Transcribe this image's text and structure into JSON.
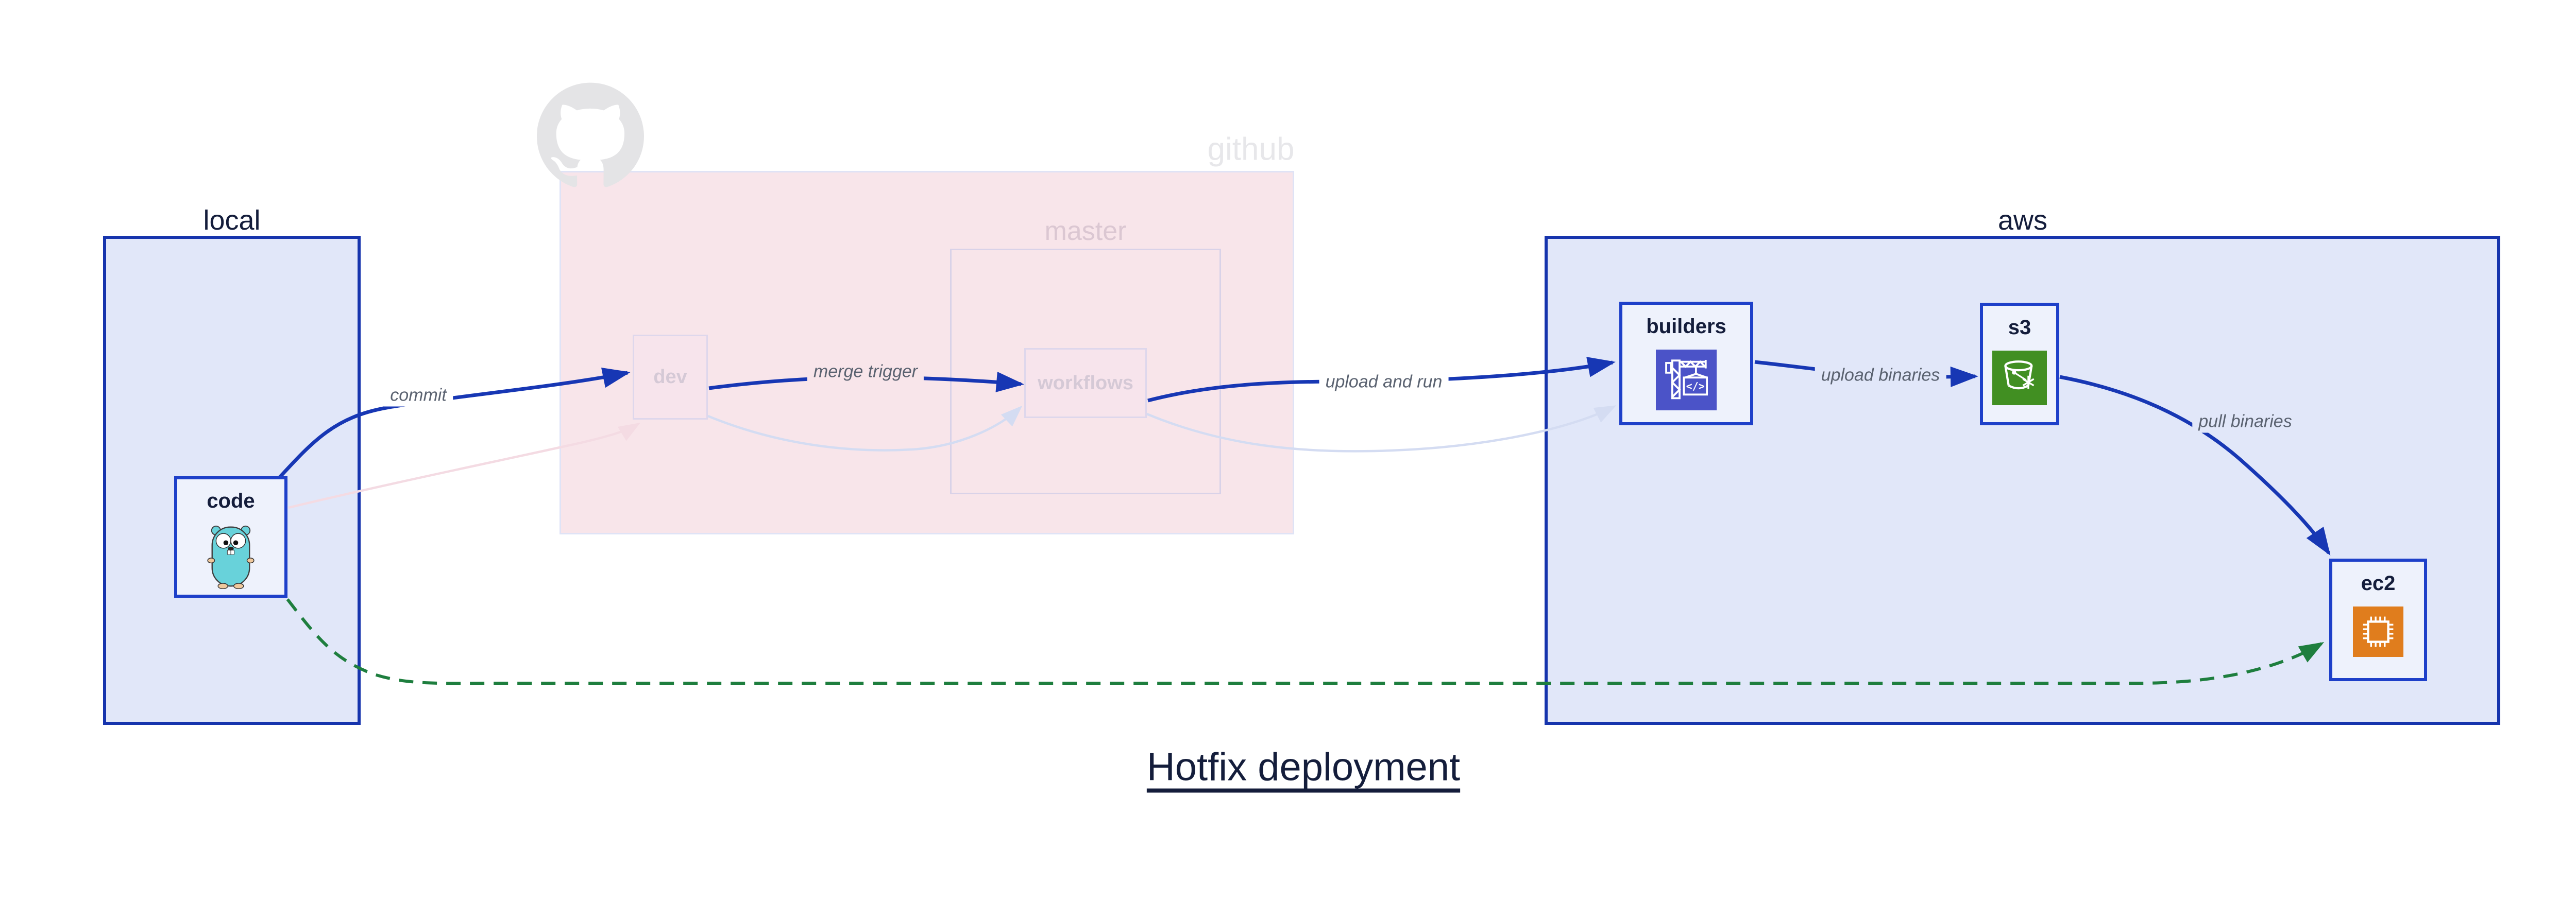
{
  "title": "Hotfix deployment",
  "regions": {
    "local": {
      "label": "local"
    },
    "github": {
      "label": "github"
    },
    "master": {
      "label": "master"
    },
    "aws": {
      "label": "aws"
    }
  },
  "nodes": {
    "code": {
      "label": "code",
      "icon": "go-gopher-icon"
    },
    "dev": {
      "label": "dev"
    },
    "workflows": {
      "label": "workflows"
    },
    "builders": {
      "label": "builders",
      "icon": "codebuild-crane-icon",
      "icon_color": "#4b53c8"
    },
    "s3": {
      "label": "s3",
      "icon": "s3-bucket-icon",
      "icon_color": "#418f22"
    },
    "ec2": {
      "label": "ec2",
      "icon": "ec2-chip-icon",
      "icon_color": "#e07d1d"
    }
  },
  "edges": {
    "commit": {
      "label": "commit",
      "style": "solid-blue",
      "from": "code",
      "to": "dev"
    },
    "merge_trigger": {
      "label": "merge trigger",
      "style": "solid-blue",
      "from": "dev",
      "to": "workflows"
    },
    "upload_and_run": {
      "label": "upload and run",
      "style": "solid-blue",
      "from": "workflows",
      "to": "builders"
    },
    "upload_binaries": {
      "label": "upload binaries",
      "style": "solid-blue",
      "from": "builders",
      "to": "s3"
    },
    "pull_binaries": {
      "label": "pull binaries",
      "style": "solid-blue",
      "from": "s3",
      "to": "ec2"
    },
    "hotfix_dashed": {
      "style": "dashed-green",
      "from": "code",
      "to": "ec2"
    },
    "faded_code_to_dev": {
      "style": "faded-pink",
      "from": "code",
      "to": "dev"
    },
    "faded_dev_to_workflows": {
      "style": "faded-lavender",
      "from": "dev",
      "to": "workflows"
    },
    "faded_workflows_to_builders": {
      "style": "faded-lavender",
      "from": "workflows",
      "to": "builders"
    }
  },
  "icons": {
    "github_logo": "octocat-icon"
  },
  "colors": {
    "region_fill": "#e1e7f9",
    "region_border": "#1634ad",
    "node_fill": "#eef2fc",
    "node_border": "#1e40c9",
    "github_fill": "#f8e5ea",
    "github_border": "#dfe3f6",
    "master_border": "#d9d2e8",
    "faded_node_fill": "#f7e4ec",
    "faded_node_border": "#ded7ec",
    "faded_node_text": "#d5c9d6",
    "master_text": "#dbc7d2",
    "github_text": "#e7e7ea",
    "octocat": "#e4e4e6",
    "edge_blue": "#1737b4",
    "edge_green": "#1e7e3e",
    "edge_pink_faded": "#f4dbe3",
    "edge_lav_faded": "#d4dcf2",
    "edge_label": "#5a6270",
    "text_dark": "#141d3b",
    "codebuild_indigo": "#4b53c8",
    "s3_green": "#418f22",
    "ec2_orange": "#e07d1d",
    "gopher_teal": "#68d2da",
    "gopher_tan": "#efc89c"
  }
}
